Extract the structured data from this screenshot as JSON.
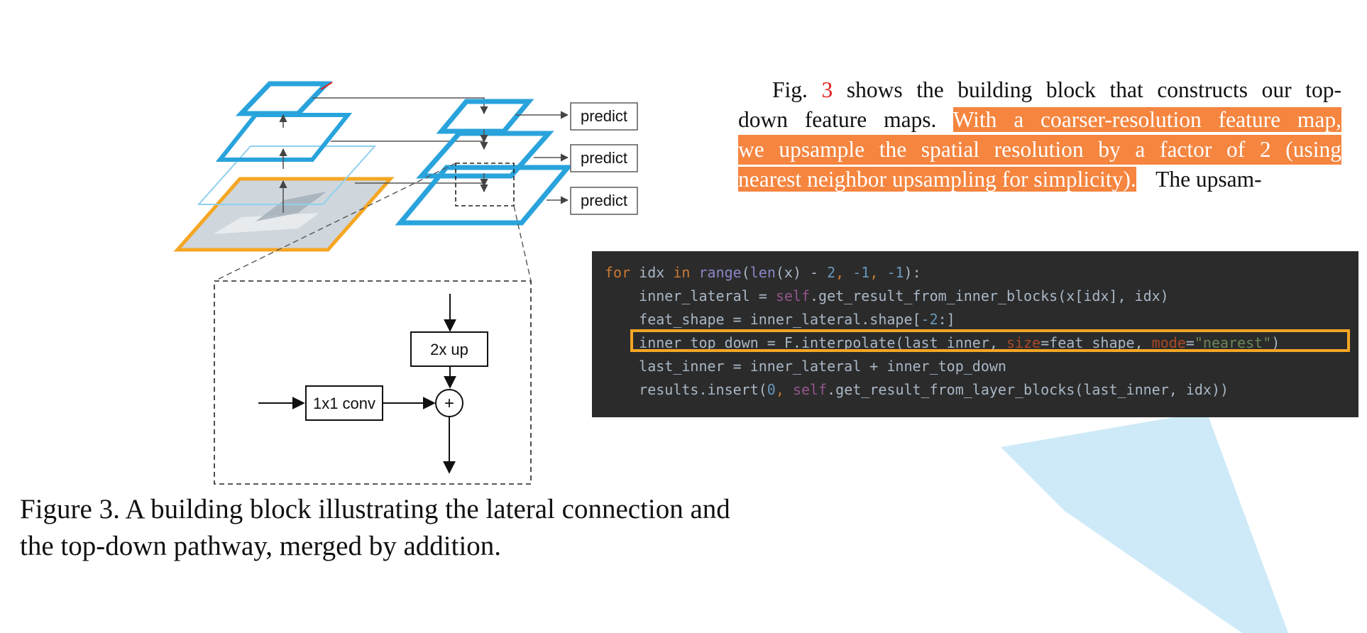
{
  "figure": {
    "labels": {
      "predict": "predict",
      "up": "2x up",
      "conv": "1x1 conv",
      "plus": "+"
    },
    "colors": {
      "pyramid_blue": "#29a3dc",
      "image_orange": "#f5a623",
      "light_blue": "#8fd0ee"
    }
  },
  "caption": {
    "line1": "Figure 3. A building block illustrating the lateral connection and",
    "line2": "the top-down pathway, merged by addition."
  },
  "paragraph": {
    "l1_a": "Fig. ",
    "l1_ref": "3",
    "l1_b": " shows the building block that constructs our top-",
    "l2_a": "down feature maps. ",
    "l2_hl": "With a coarser-resolution feature map,",
    "l3_hl": "we upsample the spatial resolution by a factor of 2 (using",
    "l4_hl": "nearest neighbor upsampling for simplicity).",
    "l4_b": " The upsam-",
    "highlight_color": "#f5853f"
  },
  "code": {
    "line1": {
      "kw_for": "for",
      "var": "idx",
      "kw_in": "in",
      "range": "range",
      "lpar": "(",
      "len": "len",
      "x": "(x)",
      "minus": " - ",
      "n2": "2",
      "comma1": ", ",
      "n_1a": "-1",
      "comma2": ", ",
      "n_1b": "-1",
      "end": "):"
    },
    "line2": {
      "a": "inner_lateral = ",
      "self": "self",
      "b": ".get_result_from_inner_blocks(x[idx], idx)"
    },
    "line3": {
      "a": "feat_shape = inner_lateral.shape[",
      "num": "-2",
      "b": ":]"
    },
    "line4": {
      "a": "inner_top_down = F.interpolate(last_inner, ",
      "p1": "size",
      "b": "=feat_shape, ",
      "p2": "mode",
      "eq": "=",
      "str": "\"nearest\"",
      "end": ")"
    },
    "line5": {
      "a": "last_inner = inner_lateral + inner_top_down"
    },
    "line6": {
      "a": "results.insert(",
      "num": "0",
      "c": ", ",
      "self": "self",
      "b": ".get_result_from_layer_blocks(last_inner, idx))"
    },
    "colors": {
      "background": "#2b2b2b",
      "highlight_box": "#f5a623"
    }
  }
}
